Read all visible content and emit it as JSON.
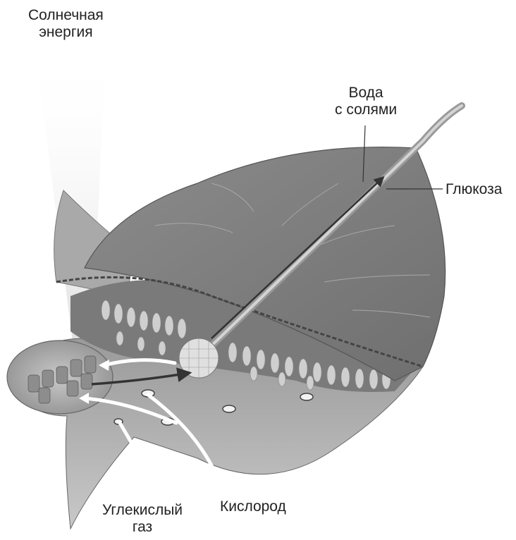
{
  "labels": {
    "solar_energy": [
      "Солнечная",
      "энергия"
    ],
    "water_salts": [
      "Вода",
      "с  солями"
    ],
    "glucose": "Глюкоза",
    "carbon_dioxide": [
      "Углекислый",
      "газ"
    ],
    "oxygen": "Кислород"
  }
}
